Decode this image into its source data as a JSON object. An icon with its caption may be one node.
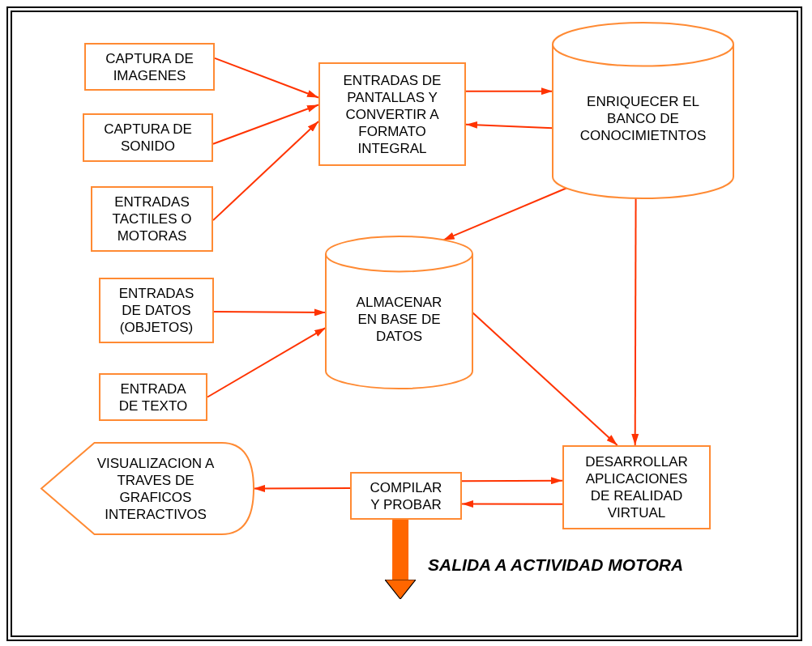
{
  "diagram": {
    "nodes": [
      {
        "text": [
          "CAPTURA DE IMAGENES"
        ]
      },
      {
        "text": [
          "CAPTURA DE SONIDO"
        ]
      },
      {
        "text": [
          "ENTRADAS TACTILES O MOTORAS"
        ]
      },
      {
        "text": [
          "ENTRADAS DE PANTALLAS Y CONVERTIR A FORMATO INTEGRAL"
        ]
      },
      {
        "text": [
          "ENRIQUECER EL BANCO DE CONOCIMIETNTOS"
        ]
      },
      {
        "text": [
          "ENTRADAS DE DATOS (OBJETOS)"
        ]
      },
      {
        "text": [
          "ENTRADA DE TEXTO"
        ]
      },
      {
        "text": [
          "ALMACENAR EN BASE DE DATOS"
        ]
      },
      {
        "text": [
          "VISUALIZACION A TRAVES DE GRAFICOS INTERACTIVOS"
        ]
      },
      {
        "text": [
          "COMPILAR Y PROBAR"
        ]
      },
      {
        "text": [
          "DESARROLLAR APLICACIONES DE REALIDAD VIRTUAL"
        ]
      }
    ],
    "edges": [
      {
        "from": 0,
        "to": 3,
        "arrow": "to"
      },
      {
        "from": 1,
        "to": 3,
        "arrow": "to"
      },
      {
        "from": 2,
        "to": 3,
        "arrow": "to"
      },
      {
        "from": 3,
        "to": 4,
        "arrow": "to"
      },
      {
        "from": 4,
        "to": 3,
        "arrow": "to"
      },
      {
        "from": 4,
        "to": 7,
        "arrow": "to"
      },
      {
        "from": 4,
        "to": 10,
        "arrow": "to"
      },
      {
        "from": 5,
        "to": 7,
        "arrow": "to"
      },
      {
        "from": 6,
        "to": 7,
        "arrow": "to"
      },
      {
        "from": 7,
        "to": 10,
        "arrow": "to"
      },
      {
        "from": 9,
        "to": 10,
        "arrow": "to"
      },
      {
        "from": 10,
        "to": 9,
        "arrow": "to"
      },
      {
        "from": 9,
        "to": 8,
        "arrow": "to"
      },
      {
        "from": 9,
        "to": null,
        "arrow": "to",
        "label": "SALIDA A ACTIVIDAD MOTORA",
        "style": "thick",
        "color": "#ff6600"
      }
    ]
  }
}
